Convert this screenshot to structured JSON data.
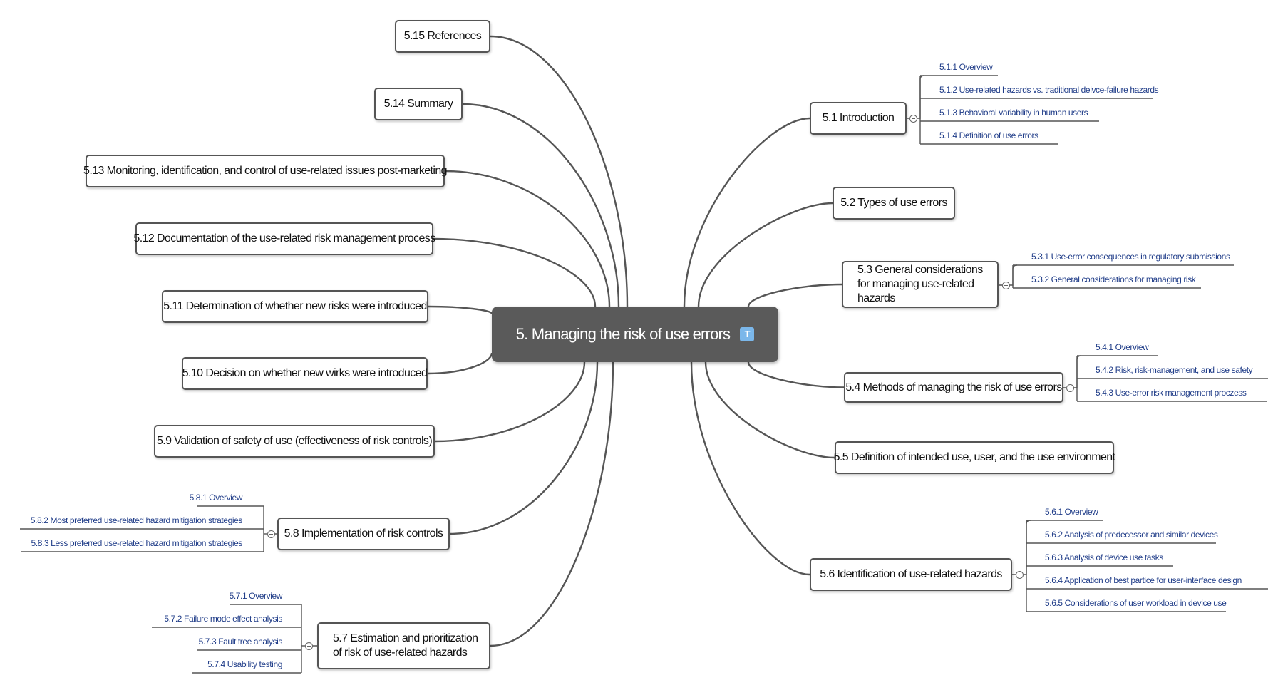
{
  "central": {
    "label": "5. Managing the risk of use errors",
    "pin_icon": "pin-up-icon"
  },
  "right_topics": [
    {
      "label": "5.1 Introduction",
      "children": [
        "5.1.1 Overview",
        "5.1.2 Use-related hazards vs. traditional deivce-failure hazards",
        "5.1.3 Behavioral variability in human users",
        "5.1.4 Definition of use errors"
      ]
    },
    {
      "label": "5.2 Types of use errors",
      "children": []
    },
    {
      "label": "5.3 General considerations for managing use-related hazards",
      "children": [
        "5.3.1 Use-error consequences in regulatory submissions",
        "5.3.2 General considerations for managing risk"
      ]
    },
    {
      "label": "5.4 Methods of managing the risk of use errors",
      "children": [
        "5.4.1 Overview",
        "5.4.2 Risk, risk-management, and use safety",
        "5.4.3 Use-error risk management proczess"
      ]
    },
    {
      "label": "5.5 Definition of intended use, user, and the use environment",
      "children": []
    },
    {
      "label": "5.6 Identification of use-related hazards",
      "children": [
        "5.6.1 Overview",
        "5.6.2 Analysis of predecessor and similar devices",
        "5.6.3 Analysis of device use tasks",
        "5.6.4 Application of best partice for user-interface design",
        "5.6.5 Considerations of user workload in device use"
      ]
    }
  ],
  "left_topics": [
    {
      "label": "5.15 References",
      "children": []
    },
    {
      "label": "5.14 Summary",
      "children": []
    },
    {
      "label": "5.13 Monitoring, identification, and control of use-related issues post-marketing",
      "children": []
    },
    {
      "label": "5.12 Documentation of the use-related risk management process",
      "children": []
    },
    {
      "label": "5.11 Determination of whether new risks were introduced",
      "children": []
    },
    {
      "label": "5.10 Decision on whether new wirks were introduced",
      "children": []
    },
    {
      "label": "5.9 Validation of safety of use (effectiveness of risk controls)",
      "children": []
    },
    {
      "label": "5.8 Implementation of risk controls",
      "children": [
        "5.8.1 Overview",
        "5.8.2 Most preferred use-related hazard mitigation strategies",
        "5.8.3 Less preferred use-related hazard mitigation strategies"
      ]
    },
    {
      "label": "5.7 Estimation and prioritization of risk of use-related hazards",
      "children": [
        "5.7.1 Overview",
        "5.7.2 Failure mode effect analysis",
        "5.7.3 Fault tree analysis",
        "5.7.4 Usability testing"
      ]
    }
  ],
  "colors": {
    "central_fill": "#5a5a5a",
    "branch_line": "#555555",
    "subtopic_text": "#1f3c88",
    "pin": "#7bb7ea"
  }
}
